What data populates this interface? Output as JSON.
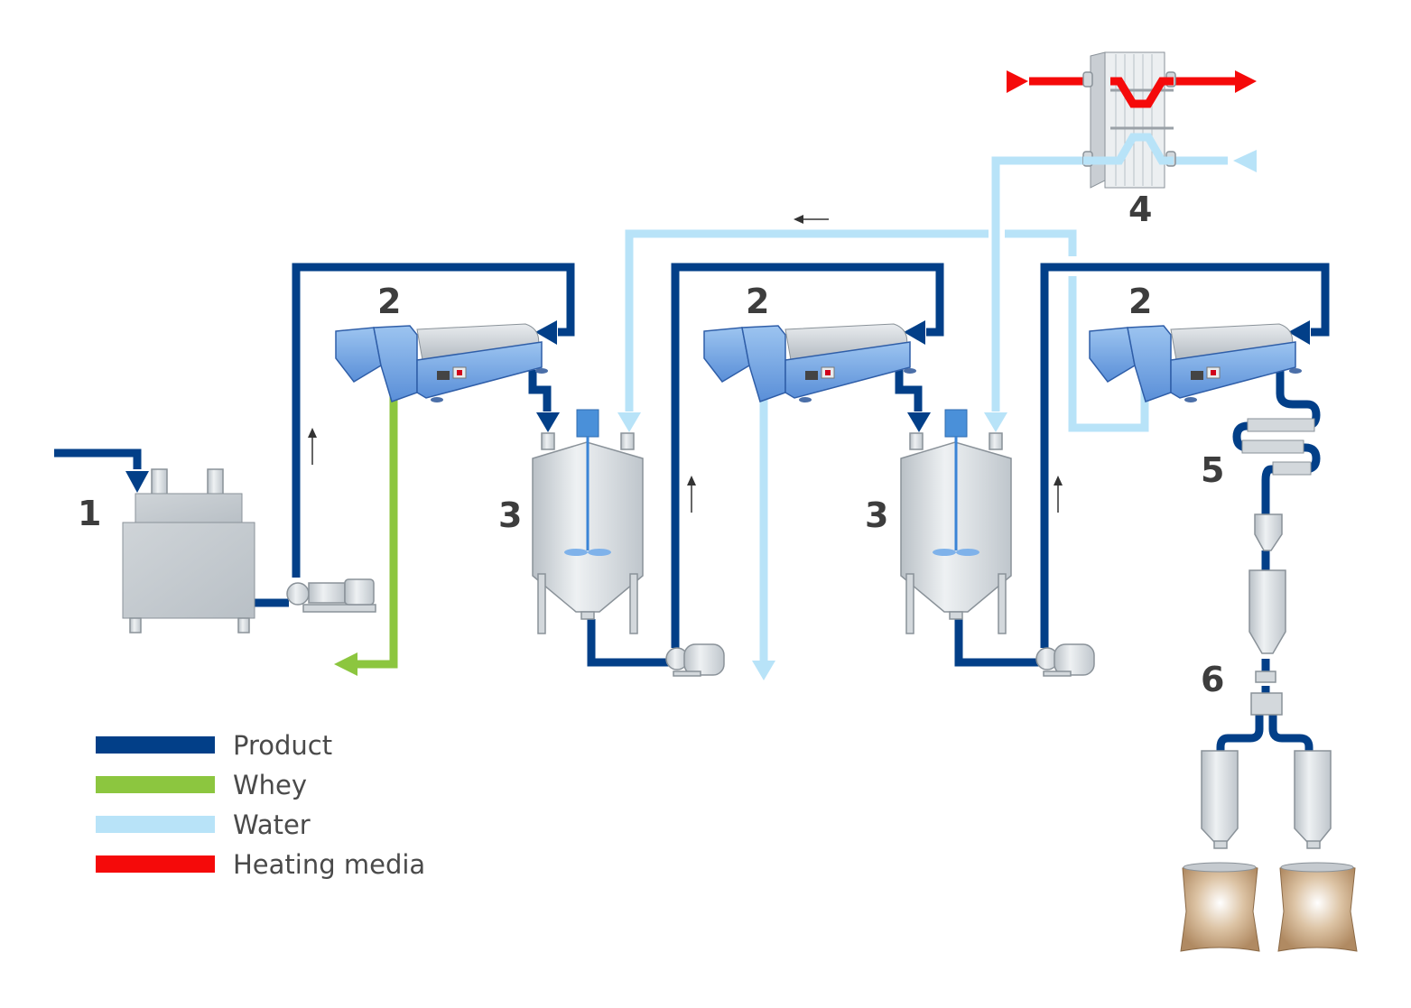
{
  "diagram": {
    "title": "Process flow: decanter washing line",
    "stage_labels": {
      "feed_tank": "1",
      "decanter_a": "2",
      "decanter_b": "2",
      "decanter_c": "2",
      "wash_tank_a": "3",
      "wash_tank_b": "3",
      "heat_exchanger": "4",
      "dryer": "5",
      "packing": "6"
    },
    "legend": [
      {
        "label": "Product",
        "color": "#023f88"
      },
      {
        "label": "Whey",
        "color": "#8cc63f"
      },
      {
        "label": "Water",
        "color": "#b8e3f8"
      },
      {
        "label": "Heating media",
        "color": "#f50a0a"
      }
    ],
    "colors": {
      "product": "#023f88",
      "whey": "#8cc63f",
      "water": "#b8e3f8",
      "heating": "#f50a0a",
      "label": "#3d3d3d"
    }
  }
}
